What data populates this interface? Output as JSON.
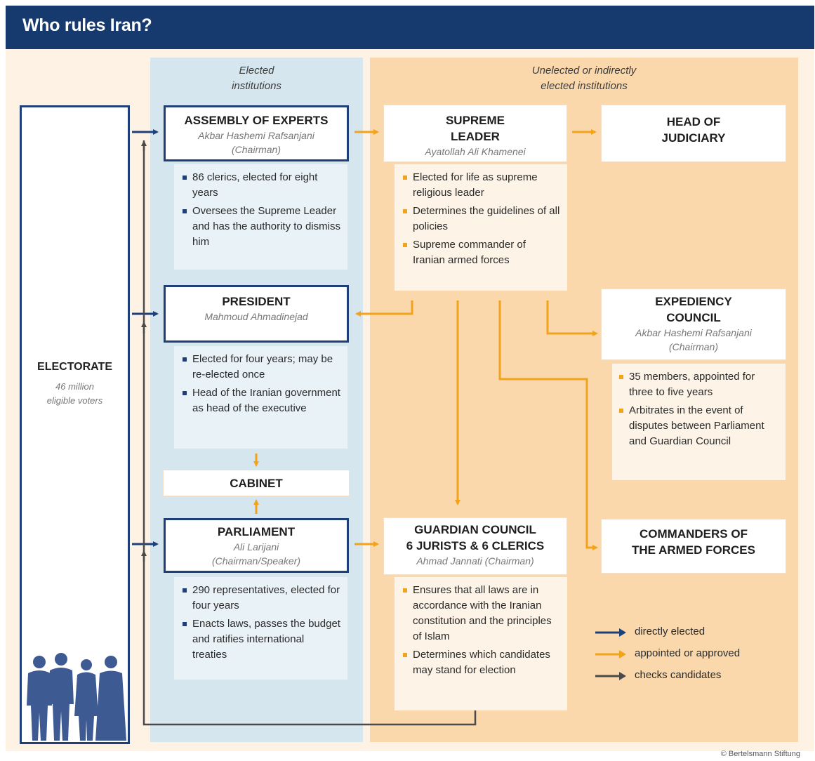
{
  "header": {
    "title": "Who rules Iran?"
  },
  "bands": {
    "elected": {
      "heading_line1": "Elected",
      "heading_line2": "institutions"
    },
    "unelected": {
      "heading_line1": "Unelected or indirectly",
      "heading_line2": "elected institutions"
    }
  },
  "electorate": {
    "label": "ELECTORATE",
    "sub_line1": "46 million",
    "sub_line2": "eligible voters"
  },
  "assembly": {
    "title": "ASSEMBLY OF EXPERTS",
    "sub_line1": "Akbar Hashemi Rafsanjani",
    "sub_line2": "(Chairman)",
    "bullets": [
      "86 clerics, elected for eight years",
      "Oversees the Supreme Leader and has the authority to dismiss him"
    ]
  },
  "supreme_leader": {
    "title_line1": "SUPREME",
    "title_line2": "LEADER",
    "sub": "Ayatollah Ali Khamenei",
    "bullets": [
      "Elected for life as supreme religious leader",
      "Determines the guidelines of all policies",
      "Supreme commander of Iranian armed forces"
    ]
  },
  "judiciary": {
    "title_line1": "HEAD OF",
    "title_line2": "JUDICIARY"
  },
  "president": {
    "title": "PRESIDENT",
    "sub": "Mahmoud Ahmadinejad",
    "bullets": [
      "Elected for four years; may be re-elected once",
      "Head of the Iranian government as head of the executive"
    ]
  },
  "expediency": {
    "title_line1": "EXPEDIENCY",
    "title_line2": "COUNCIL",
    "sub_line1": "Akbar Hashemi Rafsanjani",
    "sub_line2": "(Chairman)",
    "bullets": [
      "35 members, appointed for three to five years",
      "Arbitrates in the event of disputes between Parliament and Guardian Council"
    ]
  },
  "cabinet": {
    "title": "CABINET"
  },
  "parliament": {
    "title": "PARLIAMENT",
    "sub_line1": "Ali Larijani",
    "sub_line2": "(Chairman/Speaker)",
    "bullets": [
      "290 representatives, elected for four years",
      "Enacts laws, passes the budget and ratifies international treaties"
    ]
  },
  "guardian": {
    "title_line1": "GUARDIAN COUNCIL",
    "title_line2": "6 JURISTS & 6 CLERICS",
    "sub": "Ahmad Jannati (Chairman)",
    "bullets": [
      "Ensures that all laws are in accordance with the Iranian constitution and the principles of Islam",
      "Determines which candidates may stand for election"
    ]
  },
  "commanders": {
    "title_line1": "COMMANDERS OF",
    "title_line2": "THE ARMED FORCES"
  },
  "legend": [
    {
      "label": "directly elected",
      "color": "#1f3f78"
    },
    {
      "label": "appointed or approved",
      "color": "#f3a21b"
    },
    {
      "label": "checks candidates",
      "color": "#4a4a4a"
    }
  ],
  "footer": {
    "copyright": "© Bertelsmann Stiftung"
  }
}
